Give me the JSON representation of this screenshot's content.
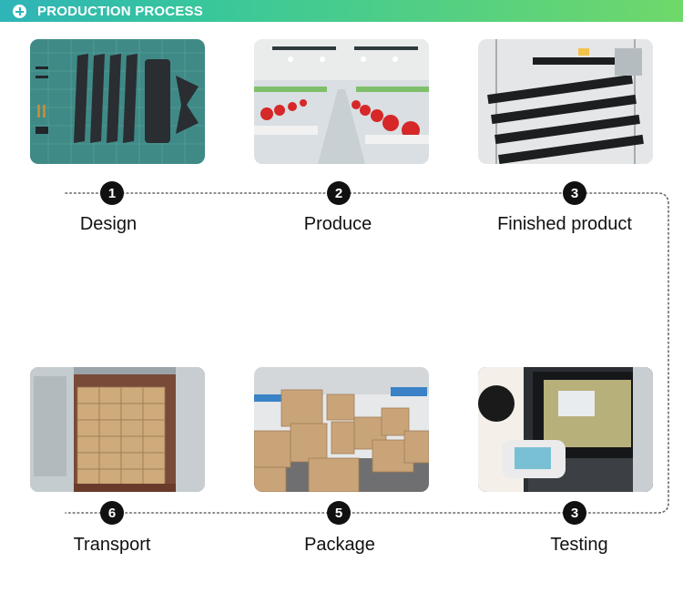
{
  "header": {
    "title": "PRODUCTION PROCESS",
    "icon": "plus-circle-icon"
  },
  "steps": [
    {
      "number": "1",
      "label": "Design"
    },
    {
      "number": "2",
      "label": "Produce"
    },
    {
      "number": "3",
      "label": "Finished product"
    },
    {
      "number": "3",
      "label": "Testing"
    },
    {
      "number": "5",
      "label": "Package"
    },
    {
      "number": "6",
      "label": "Transport"
    }
  ],
  "colors": {
    "header_start": "#2fb4b8",
    "header_end": "#6fd86a",
    "badge": "#111111"
  }
}
